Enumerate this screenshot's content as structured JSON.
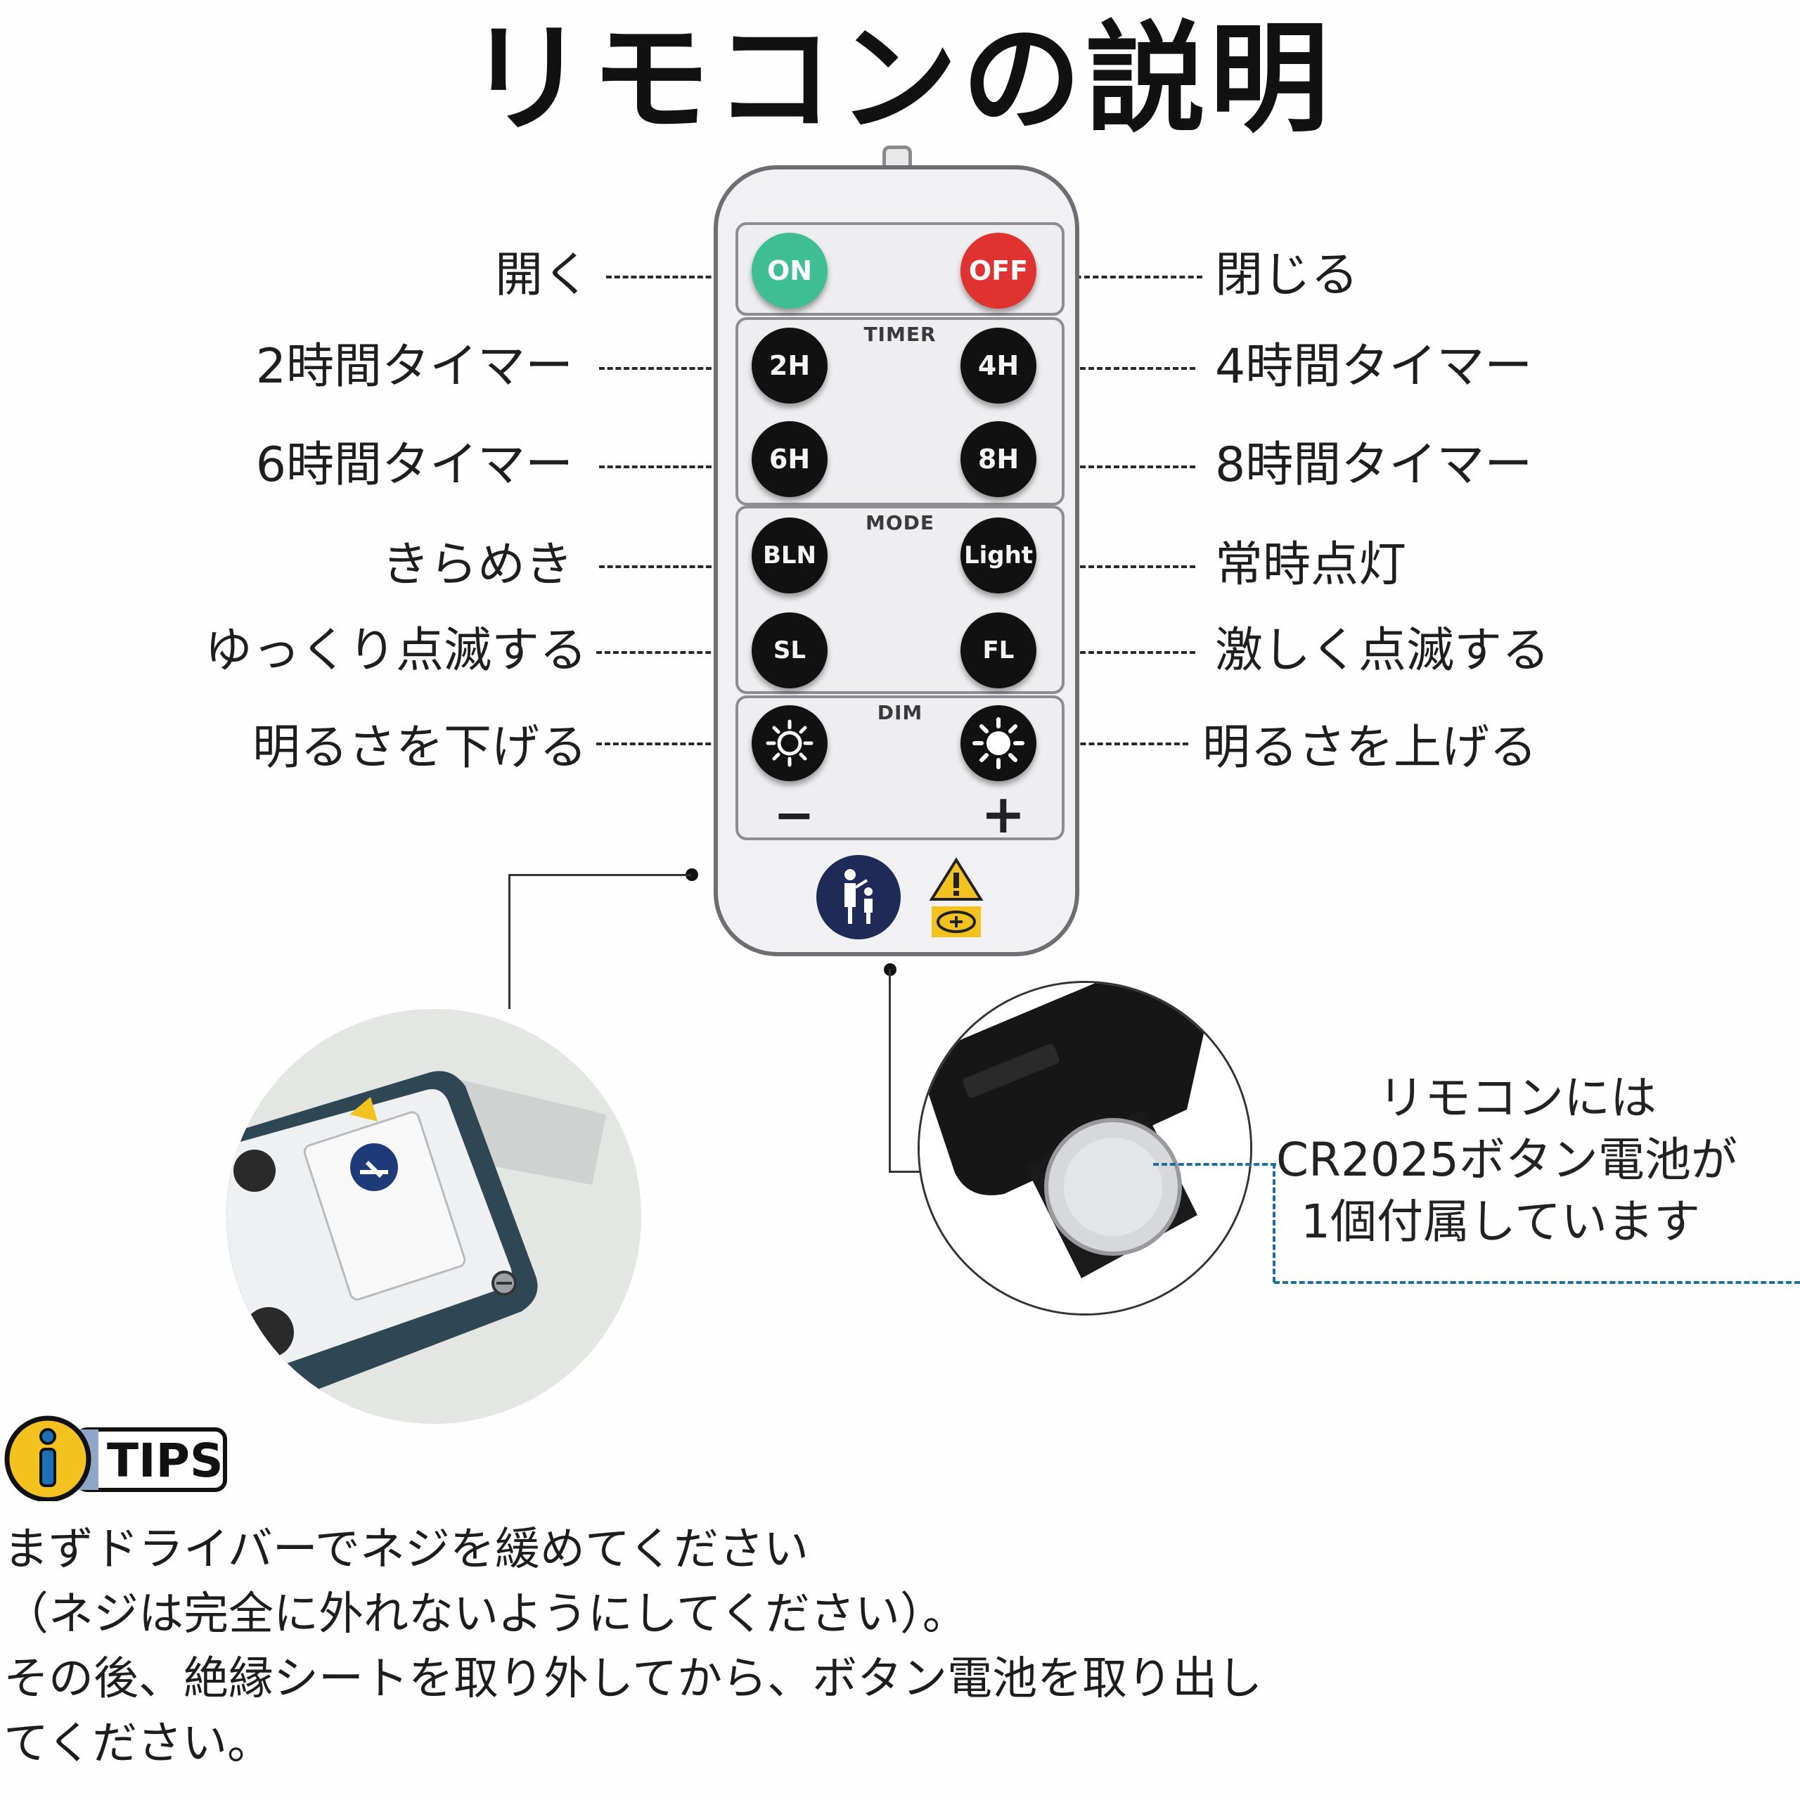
{
  "title": "リモコンの説明",
  "remote": {
    "sections": [
      "TIMER",
      "MODE",
      "DIM"
    ],
    "buttons": {
      "on": "ON",
      "off": "OFF",
      "h2": "2H",
      "h4": "4H",
      "h6": "6H",
      "h8": "8H",
      "bln": "BLN",
      "light": "Light",
      "sl": "SL",
      "fl": "FL",
      "minus": "−",
      "plus": "+"
    },
    "icons": [
      "dim-down-icon",
      "dim-up-icon",
      "child-safety-icon",
      "battery-warning-icon"
    ]
  },
  "labels_left": [
    "開く",
    "2時間タイマー",
    "6時間タイマー",
    "きらめき",
    "ゆっくり点滅する",
    "明るさを下げる"
  ],
  "labels_right": [
    "閉じる",
    "4時間タイマー",
    "8時間タイマー",
    "常時点灯",
    "激しく点滅する",
    "明るさを上げる"
  ],
  "battery_note": [
    "リモコンには",
    "CR2025ボタン電池が",
    "1個付属しています"
  ],
  "tips": {
    "badge": "TIPS",
    "lines": [
      "まずドライバーでネジを緩めてください",
      "（ネジは完全に外れないようにしてください）。",
      "その後、絶縁シートを取り外してから、ボタン電池を取り出し",
      "てください。"
    ]
  },
  "colors": {
    "on": "#3fbd93",
    "off": "#e13232",
    "note_dash": "#1f6f9a",
    "tips_badge": "#f3c21f"
  }
}
